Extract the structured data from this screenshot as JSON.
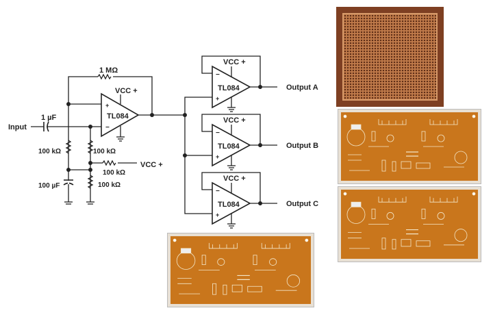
{
  "schematic": {
    "input_label": "Input",
    "c_input": "1 µF",
    "r_feedback": "1 MΩ",
    "opamp_part": "TL084",
    "vcc_label": "VCC",
    "vcc_sign": "+",
    "plus_sign": "+",
    "minus_sign": "−",
    "r1": "100 kΩ",
    "r2": "100 kΩ",
    "r3": "100 kΩ",
    "r4": "100 kΩ",
    "c_bias": "100 µF",
    "outputs": [
      "Output A",
      "Output B",
      "Output C"
    ]
  },
  "photos": {
    "pcb_colors": {
      "board": "#c9761c",
      "perfboard": "#7e3f22"
    }
  }
}
